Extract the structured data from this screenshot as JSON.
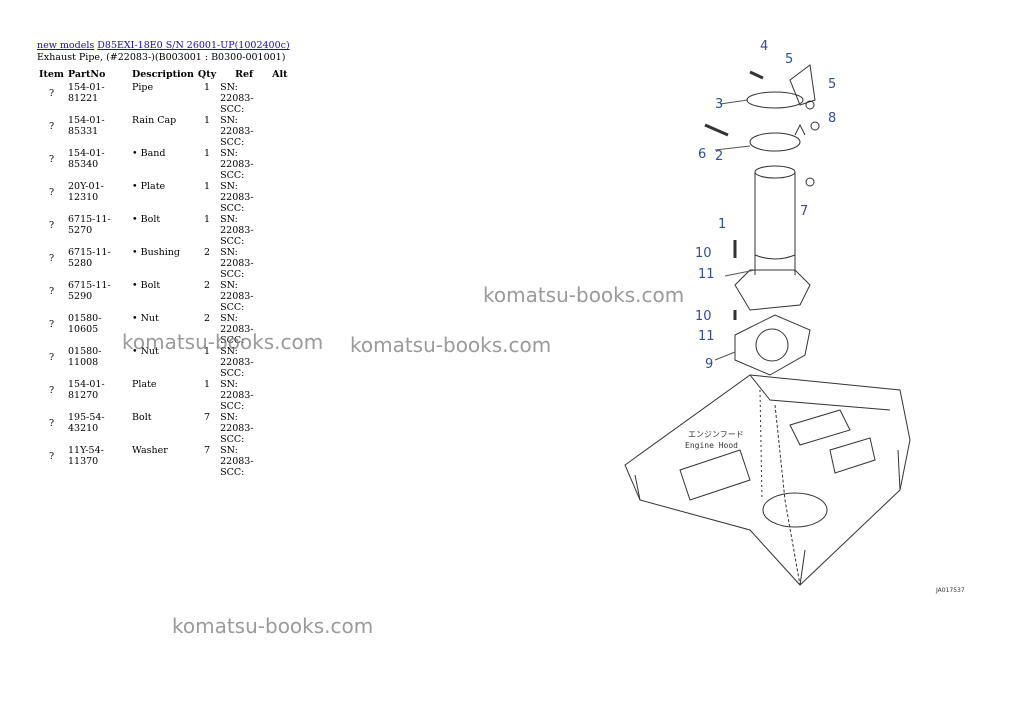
{
  "breadcrumb": {
    "link1": "new models",
    "link2": "D85EXI-18E0 S/N 26001-UP(1002400c)"
  },
  "subtitle": "Exhaust Pipe, (#22083-)(B003001 : B0300-001001)",
  "table": {
    "headers": [
      "Item",
      "PartNo",
      "Description",
      "Qty",
      "Ref",
      "Alt"
    ],
    "rows": [
      {
        "item": "?",
        "part": "154-01-81221",
        "desc": "Pipe",
        "qty": "1",
        "ref": "SN: 22083-SCC:",
        "alt": ""
      },
      {
        "item": "?",
        "part": "154-01-85331",
        "desc": "Rain Cap",
        "qty": "1",
        "ref": "SN: 22083-SCC:",
        "alt": ""
      },
      {
        "item": "?",
        "part": "154-01-85340",
        "desc": "• Band",
        "qty": "1",
        "ref": "SN: 22083-SCC:",
        "alt": ""
      },
      {
        "item": "?",
        "part": "20Y-01-12310",
        "desc": "• Plate",
        "qty": "1",
        "ref": "SN: 22083-SCC:",
        "alt": ""
      },
      {
        "item": "?",
        "part": "6715-11-5270",
        "desc": "• Bolt",
        "qty": "1",
        "ref": "SN: 22083-SCC:",
        "alt": ""
      },
      {
        "item": "?",
        "part": "6715-11-5280",
        "desc": "• Bushing",
        "qty": "2",
        "ref": "SN: 22083-SCC:",
        "alt": ""
      },
      {
        "item": "?",
        "part": "6715-11-5290",
        "desc": "• Bolt",
        "qty": "2",
        "ref": "SN: 22083-SCC:",
        "alt": ""
      },
      {
        "item": "?",
        "part": "01580-10605",
        "desc": "• Nut",
        "qty": "2",
        "ref": "SN: 22083-SCC:",
        "alt": ""
      },
      {
        "item": "?",
        "part": "01580-11008",
        "desc": "• Nut",
        "qty": "1",
        "ref": "SN: 22083-SCC:",
        "alt": ""
      },
      {
        "item": "?",
        "part": "154-01-81270",
        "desc": "Plate",
        "qty": "1",
        "ref": "SN: 22083-SCC:",
        "alt": ""
      },
      {
        "item": "?",
        "part": "195-54-43210",
        "desc": "Bolt",
        "qty": "7",
        "ref": "SN: 22083-SCC:",
        "alt": ""
      },
      {
        "item": "?",
        "part": "11Y-54-11370",
        "desc": "Washer",
        "qty": "7",
        "ref": "SN: 22083-SCC:",
        "alt": ""
      }
    ]
  },
  "watermark_text": "komatsu-books.com",
  "diagram": {
    "callouts": [
      "4",
      "5",
      "5",
      "3",
      "8",
      "6",
      "2",
      "7",
      "1",
      "10",
      "11",
      "10",
      "11",
      "9"
    ],
    "hood_label_jp": "エンジンフード",
    "hood_label_en": "Engine Hood",
    "drawing_code": "JA017537"
  }
}
